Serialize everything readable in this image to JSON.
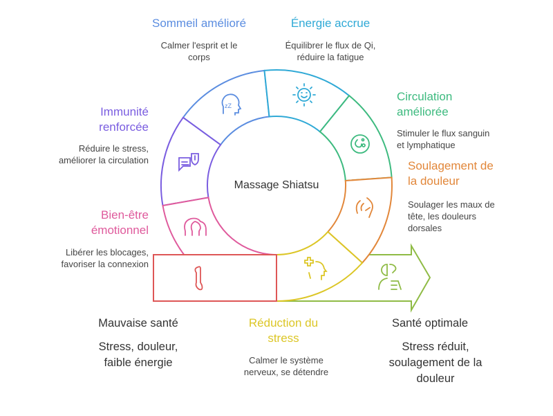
{
  "center_label": "Massage Shiatsu",
  "colors": {
    "sommeil": "#5b8de0",
    "energie": "#2fa9d6",
    "circulation": "#3dba7f",
    "soulagement": "#e2873a",
    "reduction": "#dcc626",
    "optimale": "#8fbb45",
    "mauvaise": "#de5656",
    "bienetre": "#df5a9c",
    "immunite": "#7a5de0"
  },
  "segments": [
    {
      "key": "sommeil",
      "title": [
        "Sommeil amélioré"
      ],
      "desc": [
        "Calmer l'esprit et le",
        "corps"
      ],
      "icon": "sleeping-head-icon"
    },
    {
      "key": "energie",
      "title": [
        "Énergie accrue"
      ],
      "desc": [
        "Équilibrer le flux de Qi,",
        "réduire la fatigue"
      ],
      "icon": "smiling-sun-icon"
    },
    {
      "key": "circulation",
      "title": [
        "Circulation",
        "améliorée"
      ],
      "desc": [
        "Stimuler le flux sanguin",
        "et lymphatique"
      ],
      "icon": "cell-icon"
    },
    {
      "key": "soulagement",
      "title": [
        "Soulagement de",
        "la douleur"
      ],
      "desc": [
        "Soulager les maux de",
        "tête, les douleurs",
        "dorsales"
      ],
      "icon": "headache-icon"
    },
    {
      "key": "reduction",
      "title": [
        "Réduction du",
        "stress"
      ],
      "desc": [
        "Calmer le système",
        "nerveux, se détendre"
      ],
      "icon": "head-health-icon"
    },
    {
      "key": "immunite",
      "title": [
        "Immunité",
        "renforcée"
      ],
      "desc": [
        "Réduire le stress,",
        "améliorer la circulation"
      ],
      "icon": "shield-chat-icon"
    },
    {
      "key": "bienetre",
      "title": [
        "Bien-être",
        "émotionnel"
      ],
      "desc": [
        "Libérer les blocages,",
        "favoriser la connexion"
      ],
      "icon": "two-heads-icon"
    }
  ],
  "start": {
    "title": "Mauvaise santé",
    "desc": [
      "Stress, douleur,",
      "faible énergie"
    ],
    "icon": "body-pain-icon"
  },
  "end": {
    "title": "Santé optimale",
    "desc": [
      "Stress réduit,",
      "soulagement de la",
      "douleur"
    ],
    "icon": "body-anatomy-icon"
  }
}
